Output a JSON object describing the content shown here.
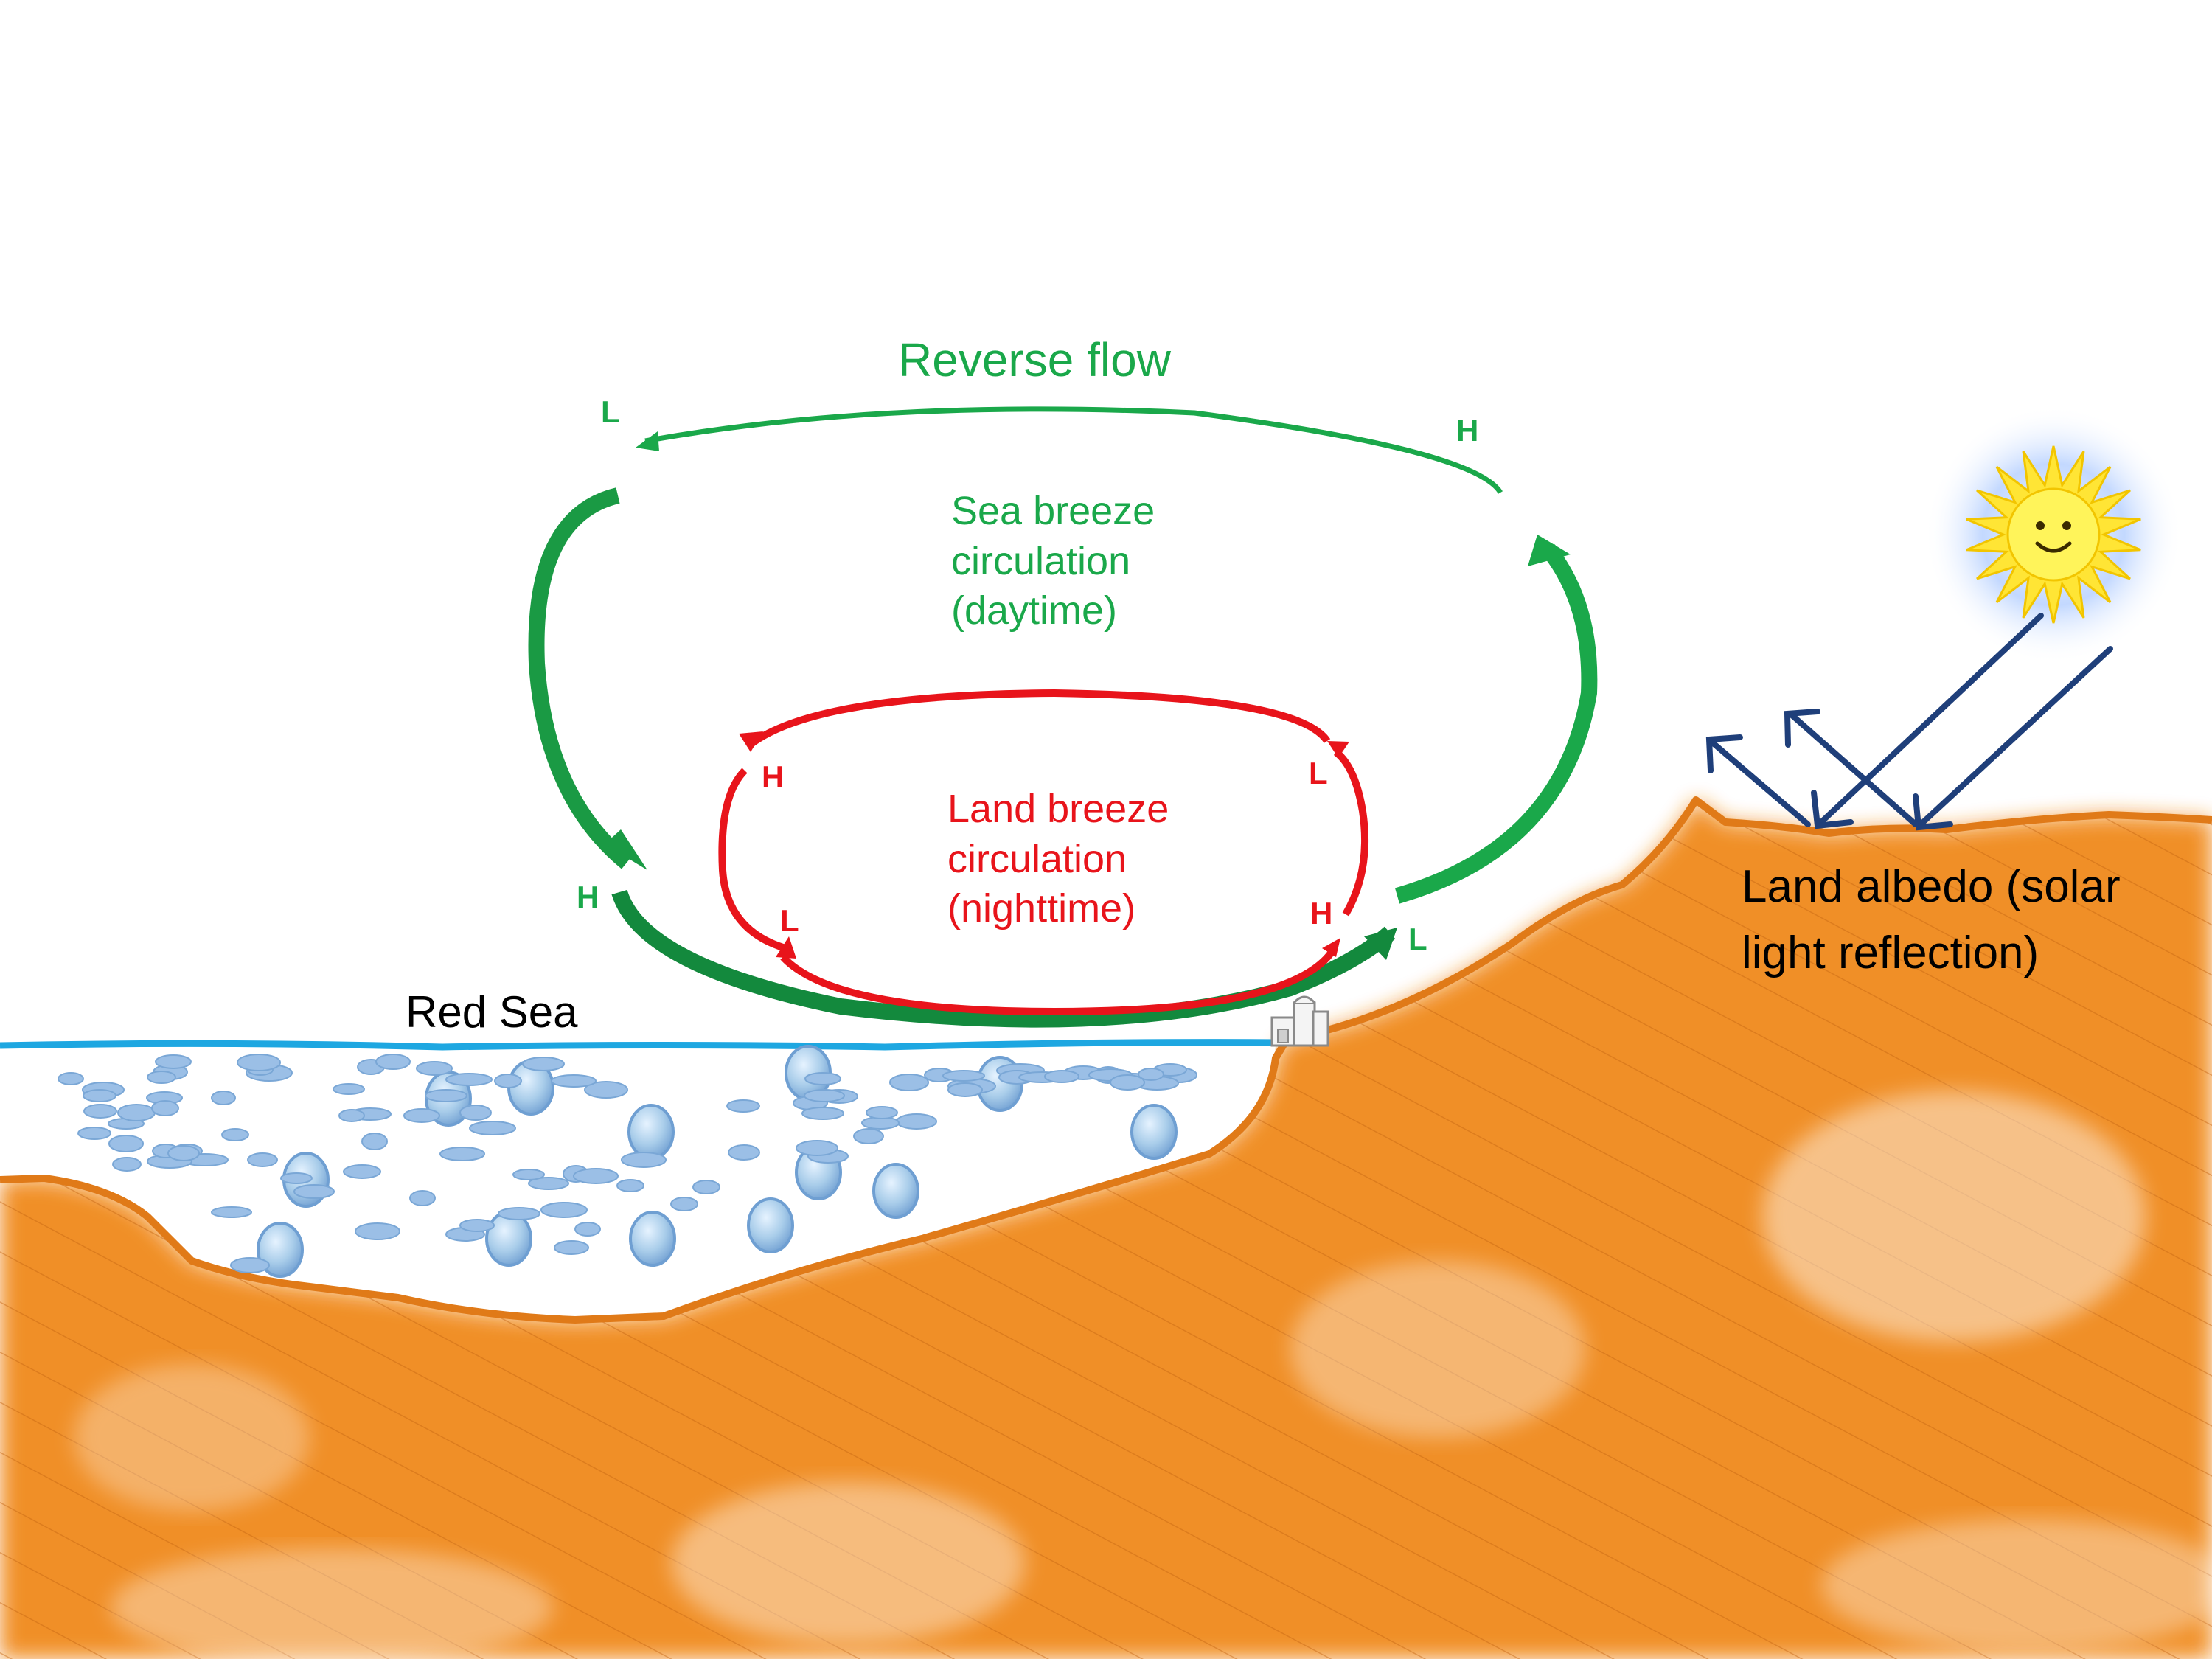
{
  "labels": {
    "reverse_flow": "Reverse flow",
    "sea_breeze": "Sea breeze\ncirculation\n(daytime)",
    "land_breeze": "Land breeze\ncirculation\n(nighttime)",
    "red_sea": "Red Sea",
    "albedo": "Land albedo (solar\nlight reflection)"
  },
  "pressure_markers": {
    "sea_top_left": "L",
    "sea_top_right": "H",
    "sea_bottom_left": "H",
    "sea_bottom_right": "L",
    "land_top_left": "H",
    "land_top_right": "L",
    "land_bottom_left": "L",
    "land_bottom_right": "H"
  },
  "colors": {
    "sea_breeze": "#1aa84a",
    "sea_breeze_dark": "#0d7a32",
    "land_breeze": "#e8141b",
    "land": "#f08a1c",
    "land_outline": "#e07a18",
    "sea_line": "#1ea7e1",
    "bubbles": "#8ab4e0",
    "solar_rays": "#1f3f7a",
    "sun": "#ffe535"
  },
  "icons": {
    "sun": "smiling-sun-icon",
    "building": "coastal-building-icon"
  }
}
